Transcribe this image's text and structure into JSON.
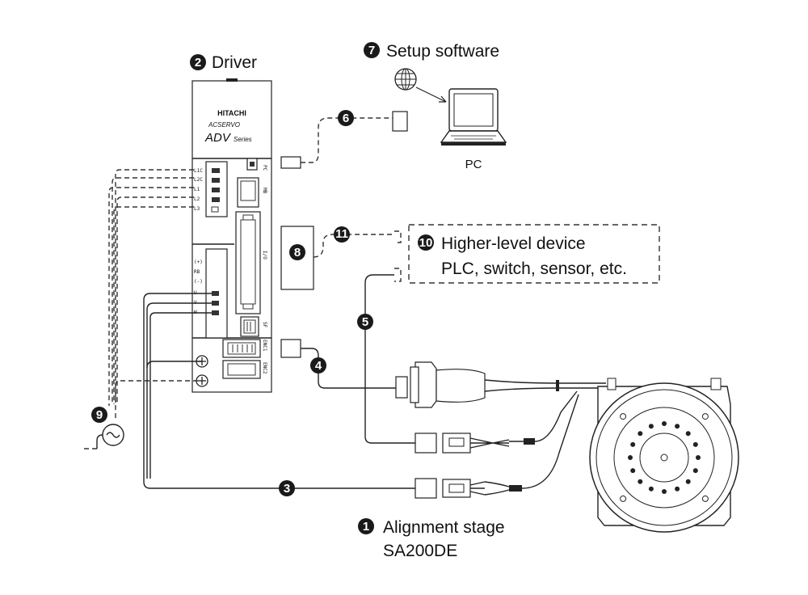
{
  "labels": {
    "driver": "Driver",
    "setup_software": "Setup software",
    "pc": "PC",
    "higher_level_line1": "Higher-level device",
    "higher_level_line2": "PLC, switch, sensor, etc.",
    "stage_line1": "Alignment stage",
    "stage_line2": "SA200DE"
  },
  "markers": {
    "m1": "1",
    "m2": "2",
    "m3": "3",
    "m4": "4",
    "m5": "5",
    "m6": "6",
    "m7": "7",
    "m8": "8",
    "m9": "9",
    "m10": "10",
    "m11": "11"
  },
  "driver": {
    "brand": "HITACHI",
    "product": "ACSERVO",
    "series_main": "ADV",
    "series_sub": "Series",
    "power_terminals": [
      "L1C",
      "L2C",
      "L1",
      "L2",
      "L3"
    ],
    "motor_terminals": [
      "(+)",
      "RB",
      "(-)",
      "U",
      "V",
      "W"
    ],
    "port_pc": "PC",
    "port_mb": "MB",
    "port_io": "I/O",
    "port_sf": "SF",
    "port_enc1": "ENC1",
    "port_enc2": "ENC2"
  },
  "colors": {
    "marker_fill": "#1a1a1a",
    "line": "#222222"
  }
}
